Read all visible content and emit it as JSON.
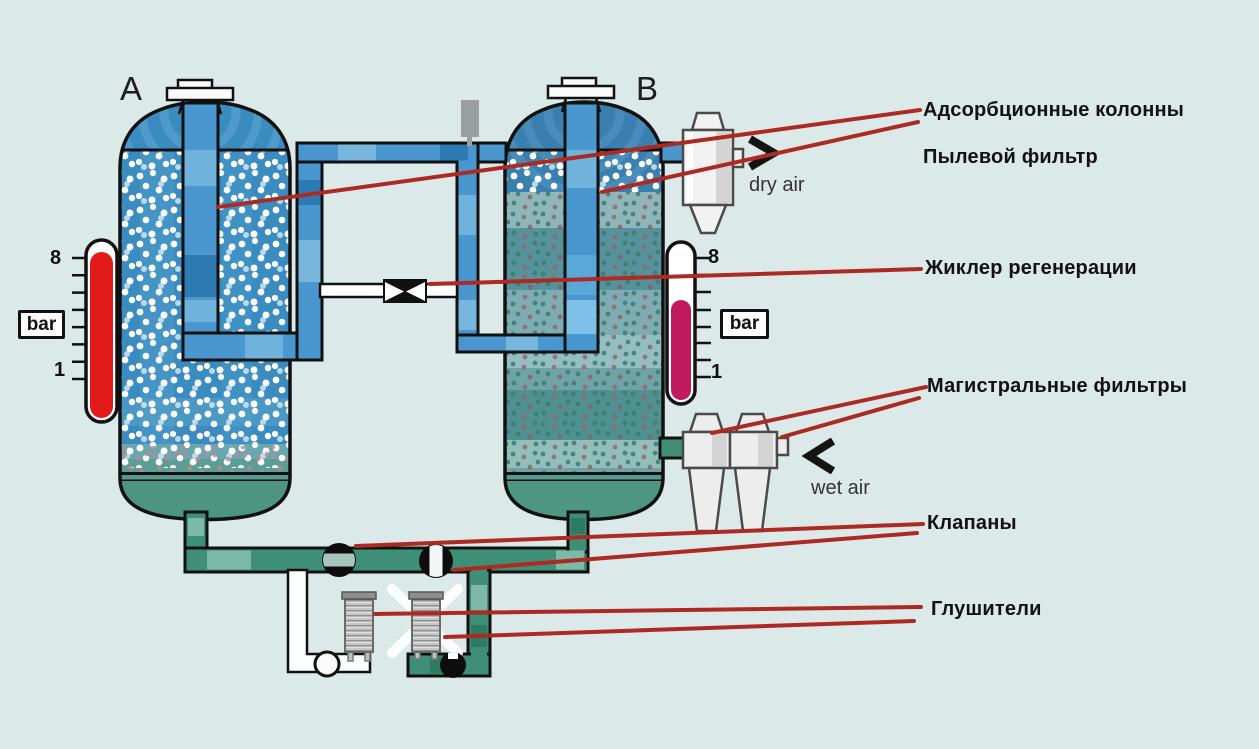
{
  "background": "#dce9e9",
  "columns": {
    "a_letter": "A",
    "b_letter": "B"
  },
  "annotations": {
    "adsorption_columns": "Адсорбционные колонны",
    "dust_filter": "Пылевой фильтр",
    "regeneration_jet": "Жиклер регенерации",
    "line_filters": "Магистральные фильтры",
    "valves": "Клапаны",
    "silencers": "Глушители"
  },
  "flow_labels": {
    "dry_air": "dry air",
    "wet_air": "wet air"
  },
  "gauges": {
    "left": {
      "max": "8",
      "min": "1",
      "unit": "bar",
      "fill_color": "#e31a1a"
    },
    "right": {
      "max": "8",
      "min": "1",
      "unit": "bar",
      "fill_color": "#c01a5c"
    }
  },
  "colors": {
    "annotation_line": "#ad2a23",
    "pipe_blue": "#4a97cf",
    "pipe_teal": "#3f8f78",
    "column_a_bed": "#3a8cc0",
    "column_b_dome": "#3a7fae",
    "vessel_bottom_dome": "#4d9580"
  }
}
